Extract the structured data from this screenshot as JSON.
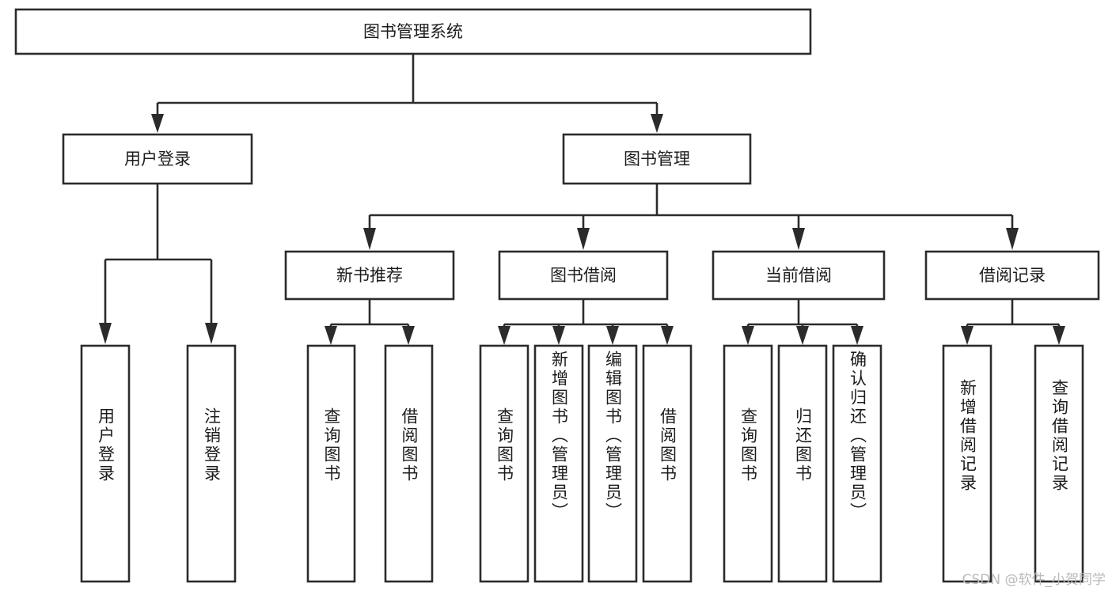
{
  "diagram": {
    "title": "图书管理系统",
    "type": "tree",
    "root": {
      "id": "root",
      "label": "图书管理系统"
    },
    "level1": [
      {
        "id": "user-login",
        "label": "用户登录"
      },
      {
        "id": "book-management",
        "label": "图书管理"
      }
    ],
    "level2": [
      {
        "id": "new-book-recommend",
        "label": "新书推荐",
        "parent": "book-management"
      },
      {
        "id": "book-borrow",
        "label": "图书借阅",
        "parent": "book-management"
      },
      {
        "id": "current-borrow",
        "label": "当前借阅",
        "parent": "book-management"
      },
      {
        "id": "borrow-record",
        "label": "借阅记录",
        "parent": "book-management"
      }
    ],
    "leaves": [
      {
        "id": "leaf-user-login",
        "label": "用户登录",
        "parent": "user-login"
      },
      {
        "id": "leaf-logout",
        "label": "注销登录",
        "parent": "user-login"
      },
      {
        "id": "leaf-query-book-1",
        "label": "查询图书",
        "parent": "new-book-recommend"
      },
      {
        "id": "leaf-borrow-book-1",
        "label": "借阅图书",
        "parent": "new-book-recommend"
      },
      {
        "id": "leaf-query-book-2",
        "label": "查询图书",
        "parent": "book-borrow"
      },
      {
        "id": "leaf-add-book",
        "label": "新增图书（管理员）",
        "parent": "book-borrow"
      },
      {
        "id": "leaf-edit-book",
        "label": "编辑图书（管理员）",
        "parent": "book-borrow"
      },
      {
        "id": "leaf-borrow-book-2",
        "label": "借阅图书",
        "parent": "book-borrow"
      },
      {
        "id": "leaf-query-book-3",
        "label": "查询图书",
        "parent": "current-borrow"
      },
      {
        "id": "leaf-return-book",
        "label": "归还图书",
        "parent": "current-borrow"
      },
      {
        "id": "leaf-confirm-return",
        "label": "确认归还（管理员）",
        "parent": "current-borrow"
      },
      {
        "id": "leaf-add-record",
        "label": "新增借阅记录",
        "parent": "borrow-record"
      },
      {
        "id": "leaf-query-record",
        "label": "查询借阅记录",
        "parent": "borrow-record"
      }
    ],
    "watermark": "CSDN @软件_小贺同学",
    "colors": {
      "stroke": "#2b2b2b",
      "fill": "#ffffff",
      "text": "#1c1c1c",
      "watermark": "#b9b9b9"
    }
  }
}
